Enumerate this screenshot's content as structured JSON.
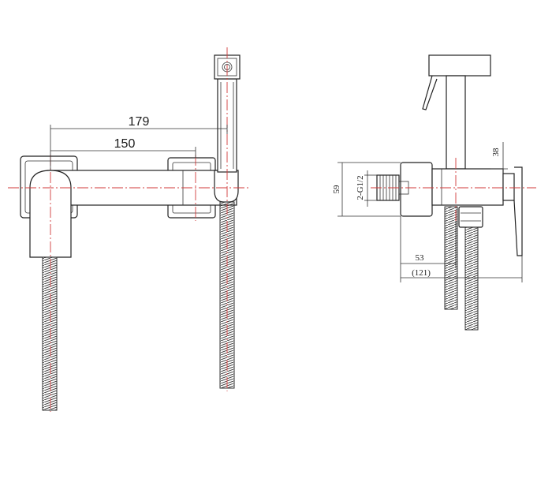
{
  "front_view": {
    "dimensions": {
      "overall_width": "179",
      "inner_width": "150"
    }
  },
  "side_view": {
    "dimensions": {
      "height": "59",
      "thread": "2-G1/2",
      "handle_offset": "38",
      "depth": "53",
      "overall_depth": "(121)"
    }
  },
  "colors": {
    "outline": "#222222",
    "centerline": "#d23a3a"
  }
}
